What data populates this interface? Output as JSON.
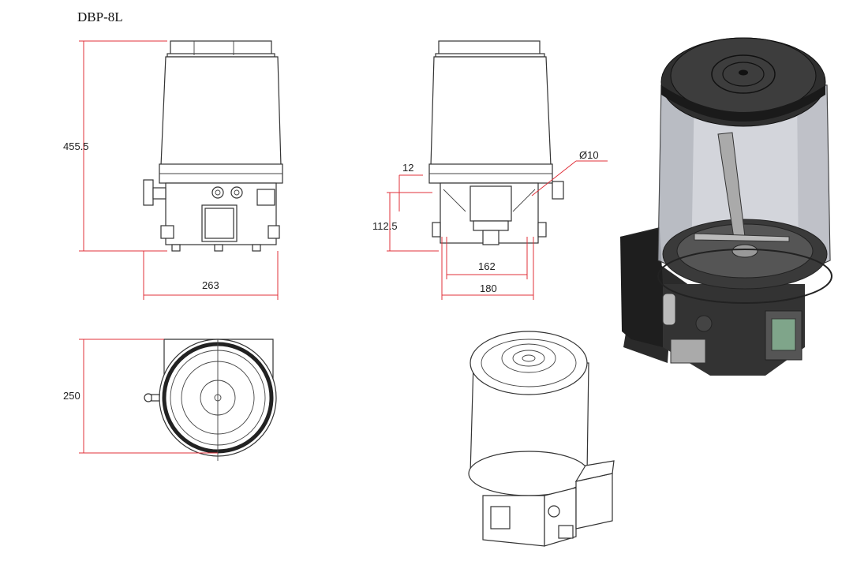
{
  "title": "DBP-8L",
  "dimensions": {
    "front_height": "455.5",
    "front_width": "263",
    "top_depth": "250",
    "side_offset": "12",
    "side_height": "112.5",
    "hole_dia": "Ø10",
    "mount_inner": "162",
    "mount_outer": "180"
  },
  "colors": {
    "dimension_line": "#e0303a",
    "outline": "#333333",
    "reservoir_tint": "#b9bcc4",
    "body_dark": "#2a2a2a"
  }
}
